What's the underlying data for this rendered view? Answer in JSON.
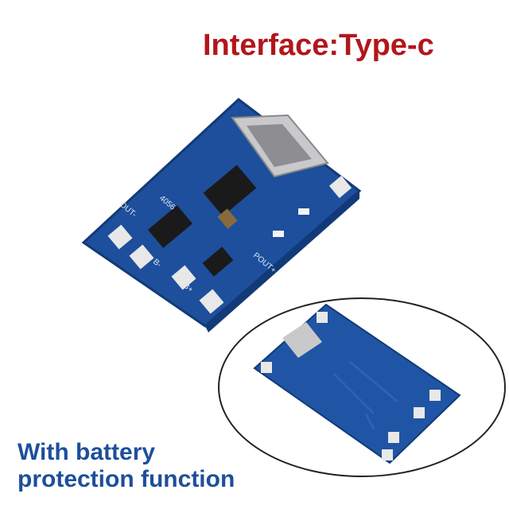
{
  "title": "Interface:Type-c",
  "caption": {
    "line1": "With battery",
    "line2": "protection function"
  },
  "colors": {
    "title": "#b2161c",
    "caption": "#1e4f9a",
    "pcb": "#1d4f9c",
    "pad": "#e8e8e8",
    "chip": "#1a1a1a"
  },
  "board_labels": {
    "chip": "4056",
    "out_minus": "OUT-",
    "out_plus": "POUT+",
    "b_minus": "B-",
    "b_plus": "B+"
  }
}
